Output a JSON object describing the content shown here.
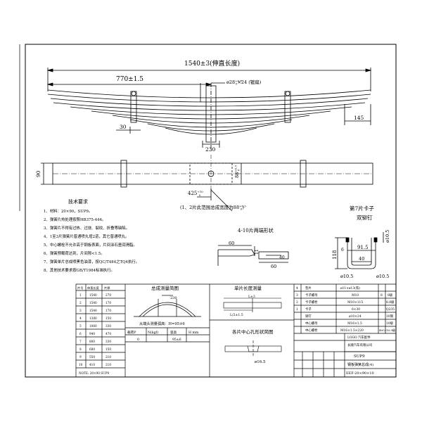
{
  "dims": {
    "total_length": "1540±3(伸直长度)",
    "half_length": "770±1.5",
    "bolt": "ø28",
    "bolt_sup": "+0.5",
    "bolt_sub": "0",
    "bolt_rest": "×24 (镀扁)",
    "right_end": "145",
    "left_end": "30",
    "center_width": "230",
    "leaf_width": "90",
    "center_width_top": "88",
    "center_width_sup": "+0.5",
    "center_width_sub": "0",
    "offset": "425",
    "offset_sup": "+10",
    "offset_sub": "0",
    "note_width": "(1、2片此范围总成宽度为88",
    "note_width_sup": "+0.5",
    "note_width_sub": "0",
    "note_width_end": ")"
  },
  "requirements": {
    "title": "技术要求",
    "items": [
      "1、材料：20×90，SUP9。",
      "2、弹簧片热处理按照HB375-444。",
      "3、弹簧片不得有过热、过烧、裂纹、折叠等缺陷。",
      "4、1至3片弹簧片普通喷丸增2道，其它普通喷丸。",
      "5、中心螺栓不允许高于钢板表面，片间涂石墨润滑脂。",
      "6、弹簧预载荷达到，片间隙<1.5。",
      "7、弹簧单片总成喷黑色油漆，按QC/T484之TQ4执行。",
      "8、其他技术要求按GB/T1984标准执行。"
    ]
  },
  "end_shape": {
    "title": "4-10片两端形状",
    "d1": "60",
    "d2": "11",
    "d3": "60",
    "d4": "40"
  },
  "clip": {
    "title": "第7片卡子",
    "subtitle": "双铆钉",
    "d_top": "ø10.5",
    "d_width": "91.5",
    "d_height": "118",
    "d_height2": "6",
    "d_inner": "40",
    "d_hole_l": "ø10.5",
    "d_hole_r": "ø10.5"
  },
  "leaf_table": {
    "headers": [
      "片号",
      "伸直长度",
      "片厚"
    ],
    "rows": [
      [
        "1",
        "1540",
        "270"
      ],
      [
        "2",
        "1540",
        "170"
      ],
      [
        "3",
        "1540",
        "170"
      ],
      [
        "4",
        "1380",
        "150"
      ],
      [
        "5",
        "1060",
        "330"
      ],
      [
        "6",
        "940",
        "470"
      ],
      [
        "7",
        "800",
        "330"
      ],
      [
        "8",
        "680",
        "150"
      ],
      [
        "9",
        "550",
        "210"
      ],
      [
        "10",
        "410",
        "210"
      ]
    ],
    "note": "NOTE: 20×90 SUP9"
  },
  "assembly": {
    "title": "总成测量简图",
    "dim": "230",
    "arc": "从端头测量弧高：H=95±6",
    "col1": "载荷P",
    "col2": "N(kgf)",
    "col3": "弧高",
    "col4": "H mm",
    "v1": "0",
    "v2": "95±6"
  },
  "leaf_len": {
    "title": "单片长度测量",
    "formula": "L/2±1.5",
    "l": "L±3"
  },
  "center_hole": {
    "title": "各片中心孔形状简图",
    "dia": "ø16.5"
  },
  "parts_table": {
    "rows": [
      [
        "4",
        "垫片",
        "ø11×ø13(铁)",
        "",
        ""
      ],
      [
        "3",
        "卡子螺母",
        "M10",
        "8",
        "8级"
      ],
      [
        "2",
        "卡子螺栓",
        "M10×115",
        "",
        "8.8级"
      ],
      [
        "1",
        "卡子",
        "6×30",
        "",
        "Q235"
      ],
      [
        "",
        "铆钉",
        "ø10×24",
        "",
        "10钢"
      ],
      [
        "",
        "中心螺母",
        "M16×1.5",
        "",
        "10级"
      ],
      [
        "",
        "中心螺栓",
        "M16×1.5×220",
        "",
        "40Cr10.9级"
      ]
    ]
  },
  "title_block": {
    "company_logo": "LOGO 汽车配件",
    "company": "长顺汽车有限公司",
    "material": "SUP9",
    "name": "钢板弹簧总成(4)",
    "code": "EEF-20×90×10"
  }
}
